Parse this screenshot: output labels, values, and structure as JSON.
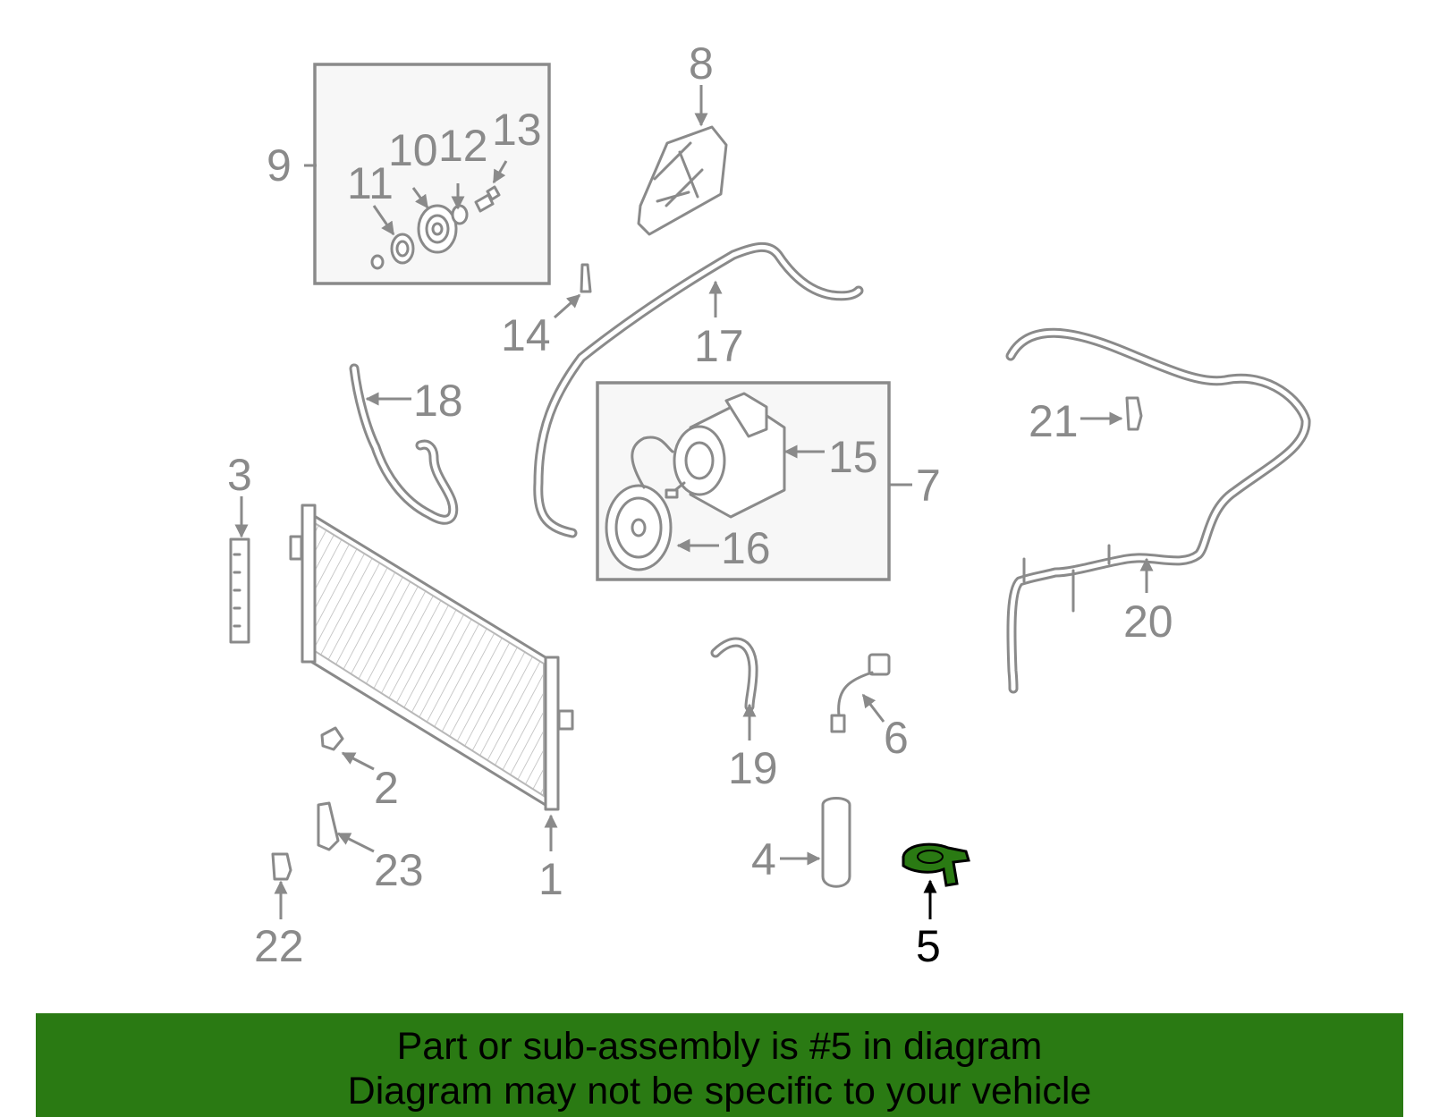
{
  "diagram": {
    "callouts": [
      {
        "id": "1",
        "label": "1"
      },
      {
        "id": "2",
        "label": "2"
      },
      {
        "id": "3",
        "label": "3"
      },
      {
        "id": "4",
        "label": "4"
      },
      {
        "id": "5",
        "label": "5",
        "highlighted": true
      },
      {
        "id": "6",
        "label": "6"
      },
      {
        "id": "7",
        "label": "7"
      },
      {
        "id": "8",
        "label": "8"
      },
      {
        "id": "9",
        "label": "9"
      },
      {
        "id": "10",
        "label": "10"
      },
      {
        "id": "11",
        "label": "11"
      },
      {
        "id": "12",
        "label": "12"
      },
      {
        "id": "13",
        "label": "13"
      },
      {
        "id": "14",
        "label": "14"
      },
      {
        "id": "15",
        "label": "15"
      },
      {
        "id": "16",
        "label": "16"
      },
      {
        "id": "17",
        "label": "17"
      },
      {
        "id": "18",
        "label": "18"
      },
      {
        "id": "19",
        "label": "19"
      },
      {
        "id": "20",
        "label": "20"
      },
      {
        "id": "21",
        "label": "21"
      },
      {
        "id": "22",
        "label": "22"
      },
      {
        "id": "23",
        "label": "23"
      }
    ],
    "colors": {
      "line": "#8a8a8a",
      "highlight_part": "#2a7a13",
      "highlight_text": "#000000"
    }
  },
  "banner": {
    "line1": "Part or sub-assembly is #5 in diagram",
    "line2": "Diagram may not be specific to your vehicle",
    "color": "#2a7a13"
  }
}
